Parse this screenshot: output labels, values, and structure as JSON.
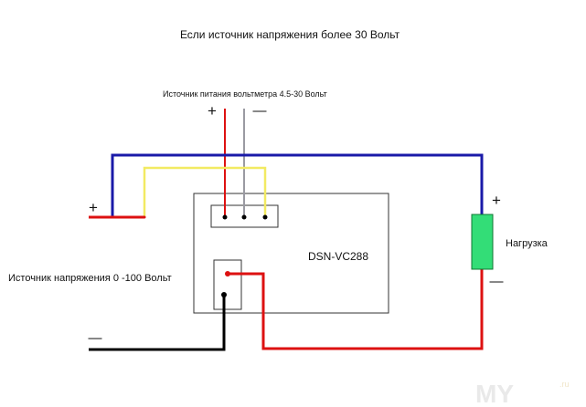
{
  "diagram": {
    "title": "Если источник напряжения более 30 Вольт",
    "voltmeter_supply_label": "Источник питания вольтметра 4.5-30 Вольт",
    "supply_plus": "+",
    "supply_minus": "—",
    "module_name": "DSN-VC288",
    "load_label": "Нагрузка",
    "load_plus": "+",
    "load_minus": "—",
    "source_label": "Источник напряжения 0 -100 Вольт",
    "source_plus": "+",
    "source_minus": "—",
    "watermark": "MY",
    "watermark_suffix": ".ru"
  },
  "colors": {
    "red": "#dd1111",
    "blue": "#1a1aa8",
    "yellow": "#f2ea62",
    "gray": "#9a9aa2",
    "black": "#000000",
    "load": "#33dd77"
  }
}
